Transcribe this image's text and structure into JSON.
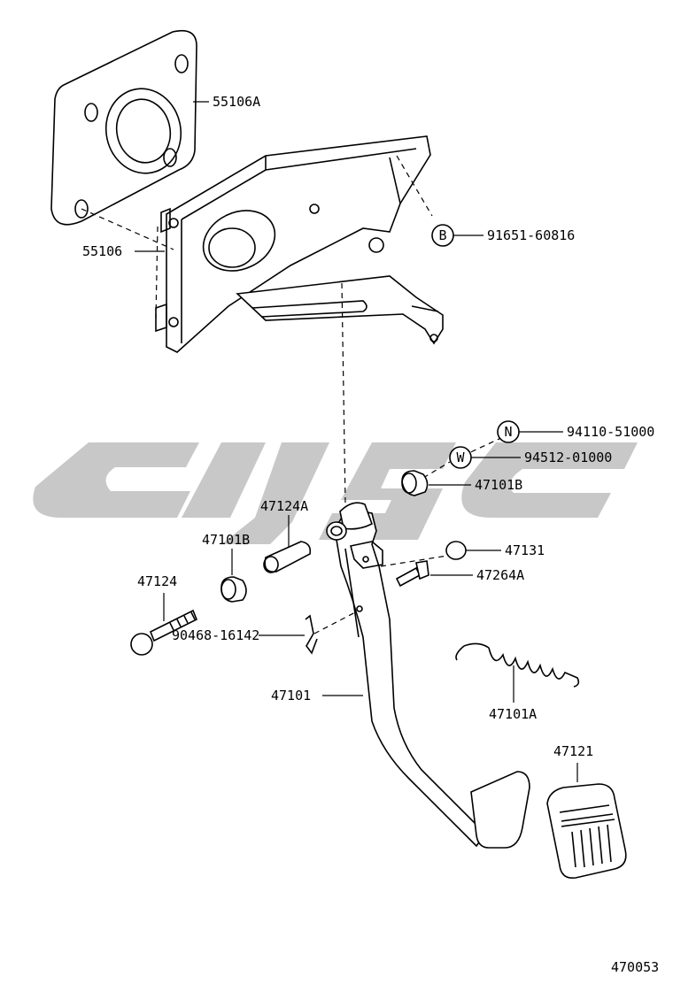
{
  "parts": {
    "p55106A": "55106A",
    "p55106": "55106",
    "p91651": "91651-60816",
    "p94110": "94110-51000",
    "p94512": "94512-01000",
    "p47101B_right": "47101B",
    "p47124A": "47124A",
    "p47101B_left": "47101B",
    "p47131": "47131",
    "p47124": "47124",
    "p47264A": "47264A",
    "p90468": "90468-16142",
    "p47101": "47101",
    "p47101A": "47101A",
    "p47121": "47121"
  },
  "symbols": {
    "b": "B",
    "n": "N",
    "w": "W"
  },
  "diagram_code": "470053"
}
